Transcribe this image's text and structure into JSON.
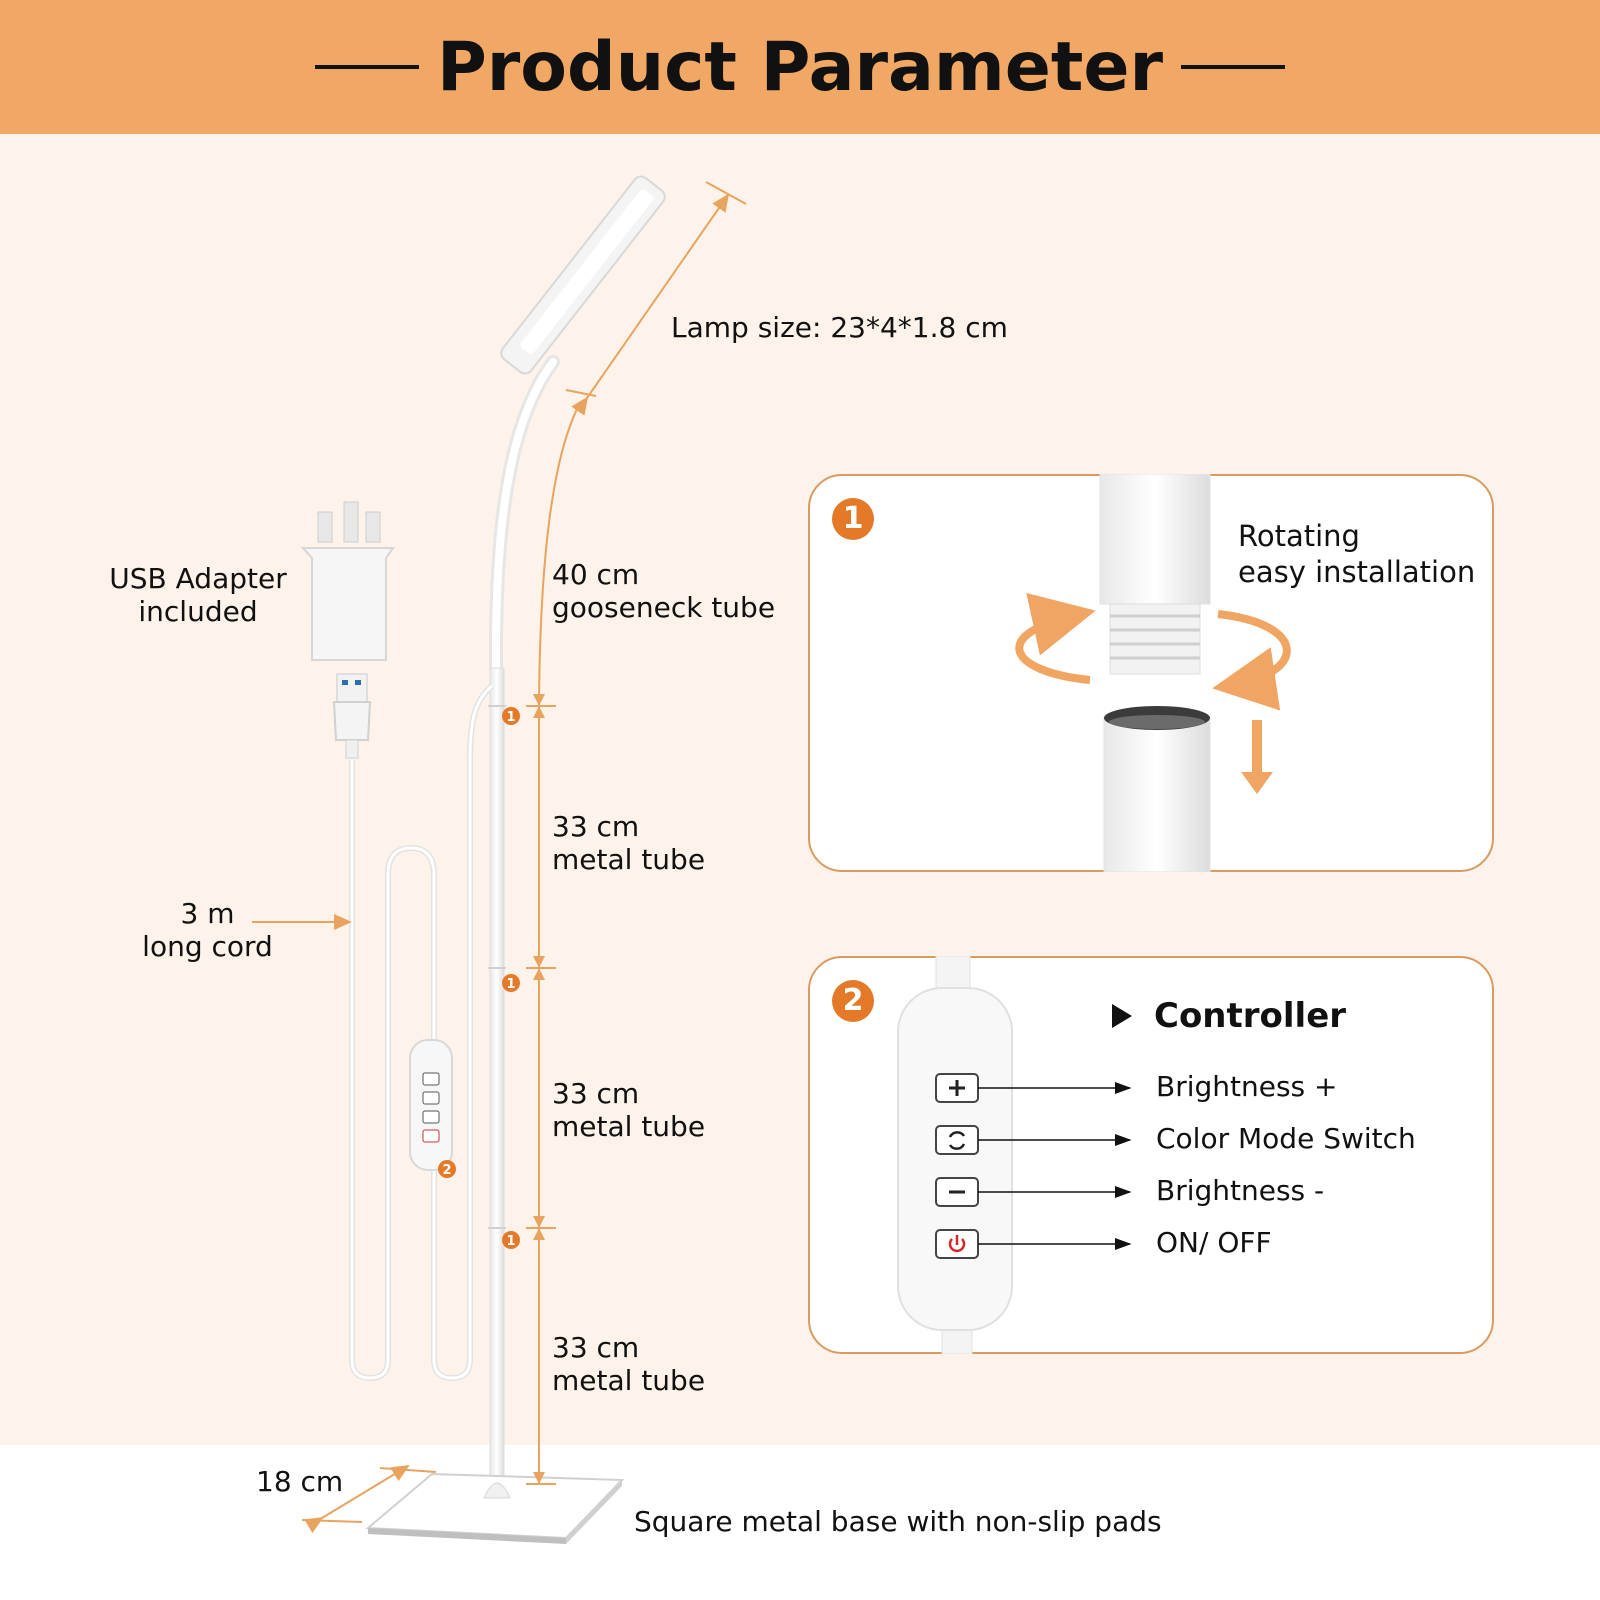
{
  "header": {
    "title": "Product Parameter"
  },
  "colors": {
    "accent": "#f2a865",
    "marker": "#e47a28",
    "dimension_line": "#e8a45e",
    "power_red": "#d62828"
  },
  "labels": {
    "lamp_size": "Lamp size: 23*4*1.8 cm",
    "usb_adapter_line1": "USB Adapter",
    "usb_adapter_line2": "included",
    "cord_line1": "3 m",
    "cord_line2": "long cord",
    "gooseneck_line1": "40 cm",
    "gooseneck_line2": "gooseneck tube",
    "tube1_line1": "33 cm",
    "tube1_line2": "metal tube",
    "tube2_line1": "33 cm",
    "tube2_line2": "metal tube",
    "tube3_line1": "33 cm",
    "tube3_line2": "metal tube",
    "base_width": "18 cm",
    "base_desc": "Square metal base with non-slip pads"
  },
  "panel_install": {
    "badge": "1",
    "text_line1": "Rotating",
    "text_line2": "easy installation"
  },
  "panel_controller": {
    "badge": "2",
    "title": "Controller",
    "buttons": [
      {
        "icon": "plus-icon",
        "label": "Brightness +"
      },
      {
        "icon": "cycle-icon",
        "label": "Color Mode Switch"
      },
      {
        "icon": "minus-icon",
        "label": "Brightness -"
      },
      {
        "icon": "power-icon",
        "label": "ON/ OFF"
      }
    ]
  },
  "markers": {
    "joint": "1",
    "controller": "2"
  }
}
